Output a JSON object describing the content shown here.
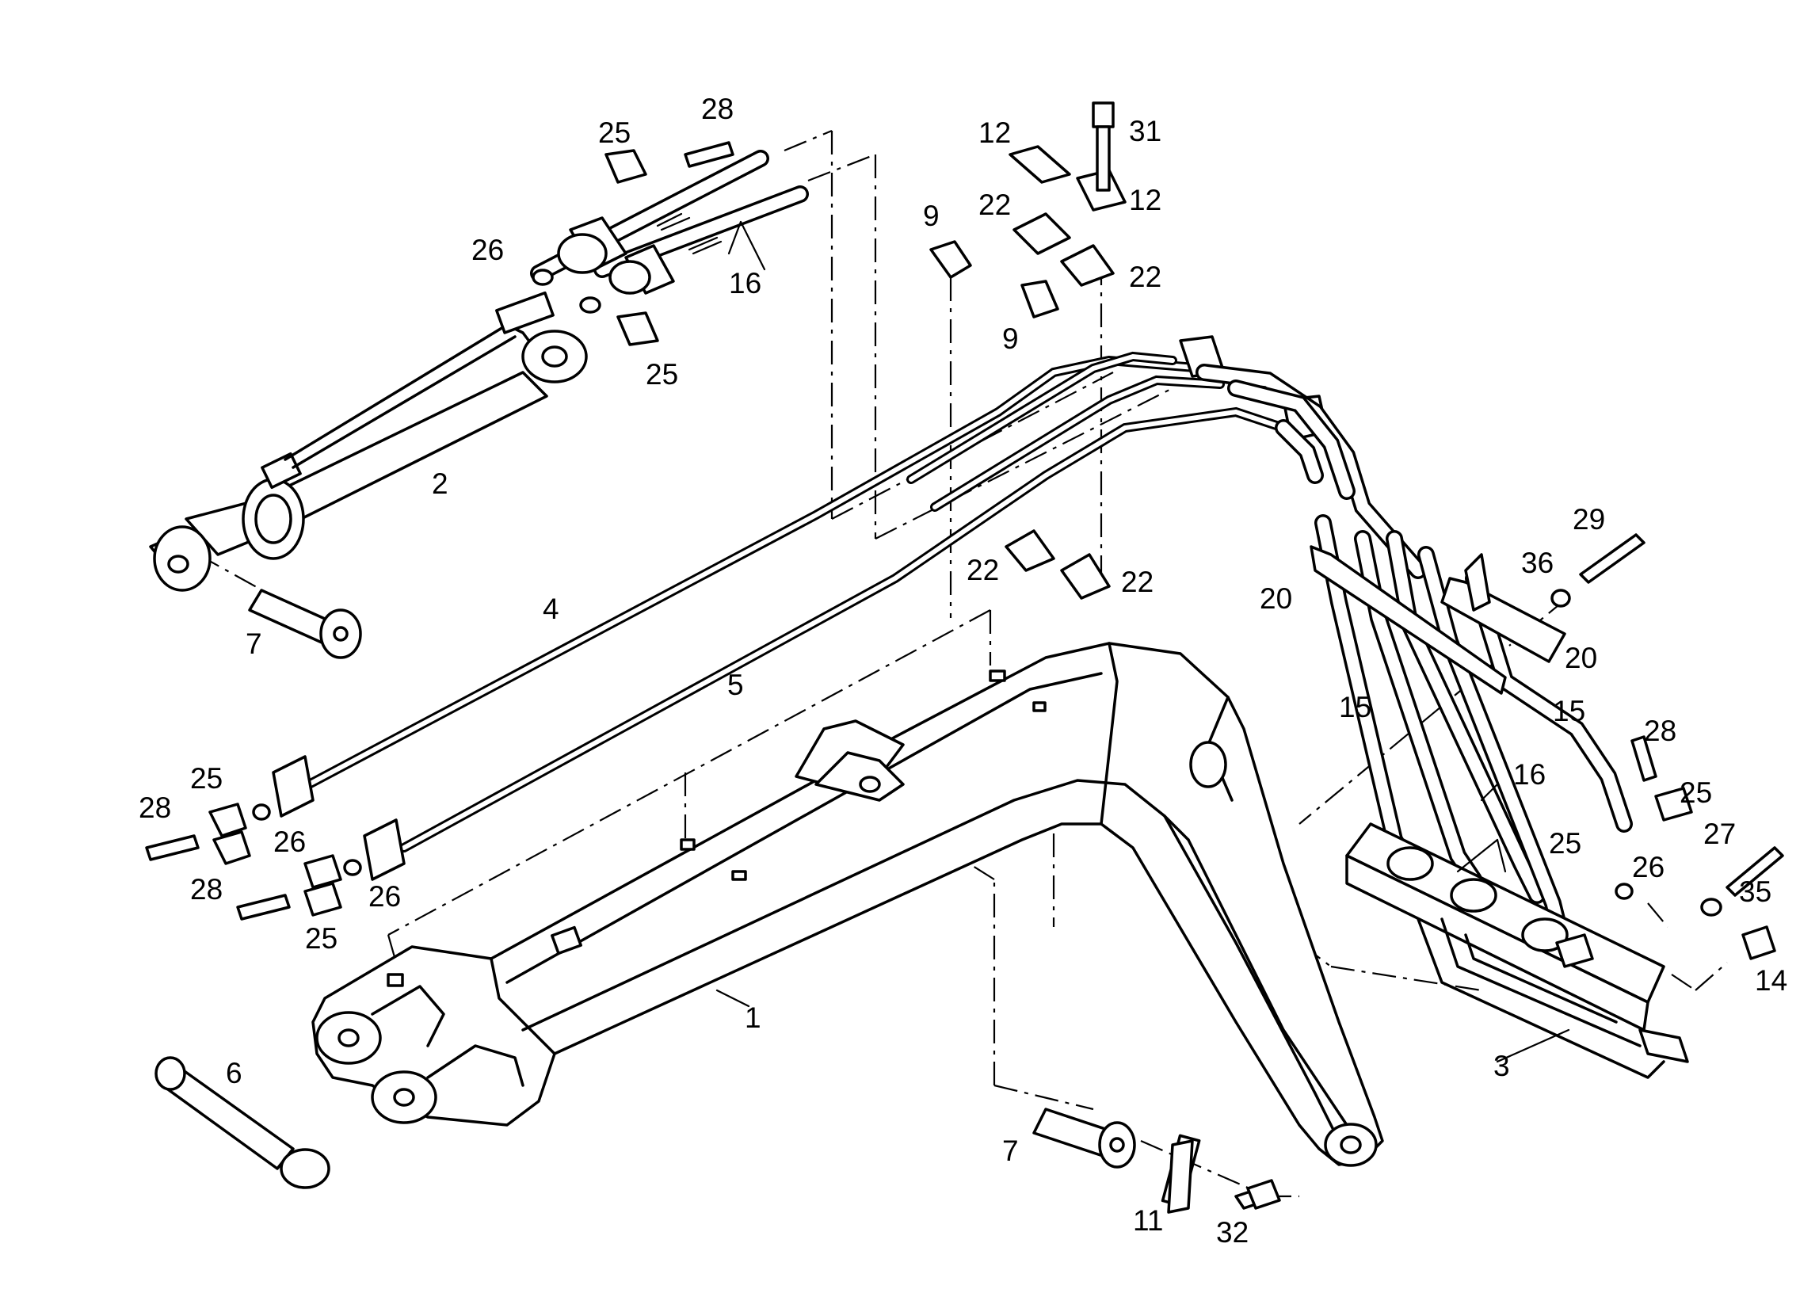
{
  "diagram": {
    "callouts": [
      {
        "id": "c1",
        "text": "1"
      },
      {
        "id": "c2",
        "text": "2"
      },
      {
        "id": "c3",
        "text": "3"
      },
      {
        "id": "c4",
        "text": "4"
      },
      {
        "id": "c5",
        "text": "5"
      },
      {
        "id": "c6",
        "text": "6"
      },
      {
        "id": "c7a",
        "text": "7"
      },
      {
        "id": "c7b",
        "text": "7"
      },
      {
        "id": "c9a",
        "text": "9"
      },
      {
        "id": "c9b",
        "text": "9"
      },
      {
        "id": "c11",
        "text": "11"
      },
      {
        "id": "c12a",
        "text": "12"
      },
      {
        "id": "c12b",
        "text": "12"
      },
      {
        "id": "c14",
        "text": "14"
      },
      {
        "id": "c15a",
        "text": "15"
      },
      {
        "id": "c15b",
        "text": "15"
      },
      {
        "id": "c16a",
        "text": "16"
      },
      {
        "id": "c16b",
        "text": "16"
      },
      {
        "id": "c20a",
        "text": "20"
      },
      {
        "id": "c20b",
        "text": "20"
      },
      {
        "id": "c22a",
        "text": "22"
      },
      {
        "id": "c22b",
        "text": "22"
      },
      {
        "id": "c22c",
        "text": "22"
      },
      {
        "id": "c22d",
        "text": "22"
      },
      {
        "id": "c25a",
        "text": "25"
      },
      {
        "id": "c25b",
        "text": "25"
      },
      {
        "id": "c25c",
        "text": "25"
      },
      {
        "id": "c25d",
        "text": "25"
      },
      {
        "id": "c25e",
        "text": "25"
      },
      {
        "id": "c25f",
        "text": "25"
      },
      {
        "id": "c26a",
        "text": "26"
      },
      {
        "id": "c26b",
        "text": "26"
      },
      {
        "id": "c26c",
        "text": "26"
      },
      {
        "id": "c26d",
        "text": "26"
      },
      {
        "id": "c27",
        "text": "27"
      },
      {
        "id": "c28a",
        "text": "28"
      },
      {
        "id": "c28b",
        "text": "28"
      },
      {
        "id": "c28c",
        "text": "28"
      },
      {
        "id": "c28d",
        "text": "28"
      },
      {
        "id": "c29",
        "text": "29"
      },
      {
        "id": "c31",
        "text": "31"
      },
      {
        "id": "c32",
        "text": "32"
      },
      {
        "id": "c35",
        "text": "35"
      },
      {
        "id": "c36",
        "text": "36"
      }
    ]
  }
}
